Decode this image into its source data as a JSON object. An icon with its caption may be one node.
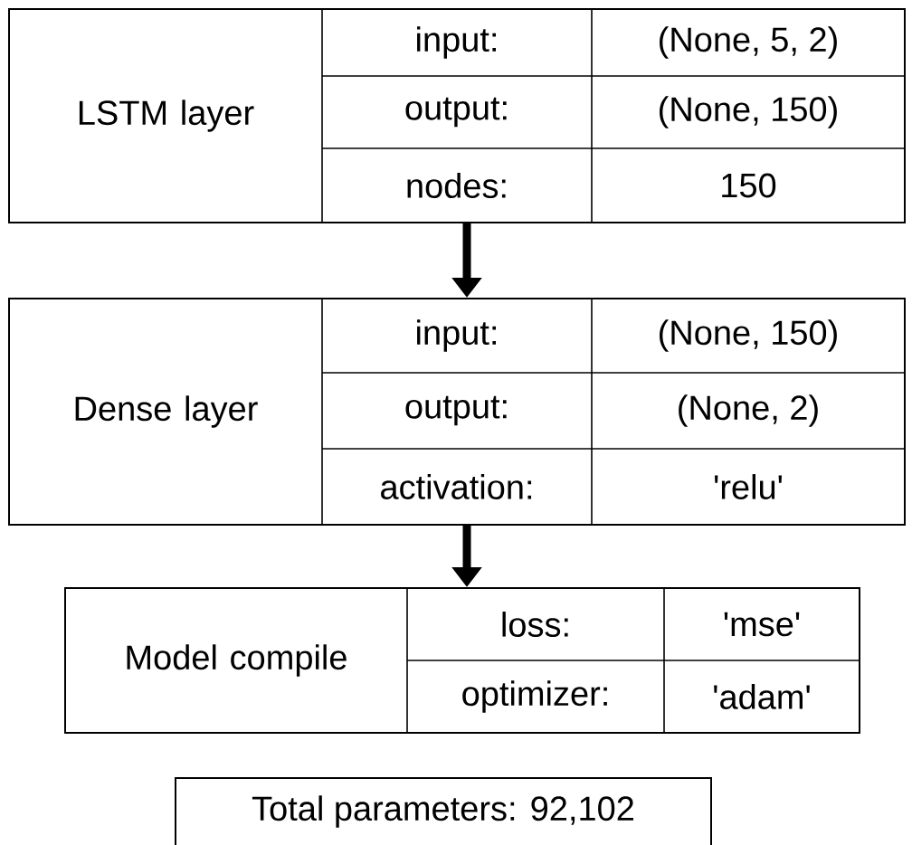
{
  "diagram": {
    "nodes": [
      {
        "text": [
          "LSTM layer",
          "input:",
          "(None, 5, 2)",
          "output:",
          "(None, 150)",
          "nodes:",
          "150"
        ]
      },
      {
        "text": [
          "Dense layer",
          "input:",
          "(None, 150)",
          "output:",
          "(None, 2)",
          "activation:",
          "'relu'"
        ]
      },
      {
        "text": [
          "Model compile",
          "loss:",
          "'mse'",
          "optimizer:",
          "'adam'"
        ]
      },
      {
        "text": [
          "Total parameters: 92,102"
        ]
      }
    ],
    "edges": [
      {
        "from": 0,
        "to": 1,
        "arrow": "to"
      },
      {
        "from": 1,
        "to": 2,
        "arrow": "to"
      }
    ]
  }
}
